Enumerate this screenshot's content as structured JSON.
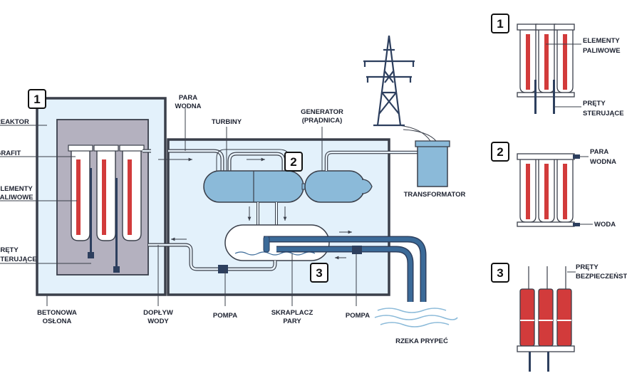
{
  "numbers": {
    "one": "1",
    "two": "2",
    "three": "3"
  },
  "labels": {
    "reaktor": "REAKTOR",
    "grafit": "GRAFIT",
    "elementy_1": "ELEMENTY",
    "elementy_2": "PALIWOWE",
    "prety_1": "PRĘTY",
    "prety_2": "STERUJĄCE",
    "betonowa_1": "BETONOWA",
    "betonowa_2": "OSŁONA",
    "doplyw_1": "DOPŁYW",
    "doplyw_2": "WODY",
    "para_1": "PARA",
    "para_2": "WODNA",
    "turbiny": "TURBINY",
    "generator_1": "GENERATOR",
    "generator_2": "(PRĄDNICA)",
    "transformator": "TRANSFORMATOR",
    "pompa_left": "POMPA",
    "skraplacz_1": "SKRAPLACZ",
    "skraplacz_2": "PARY",
    "pompa_right": "POMPA",
    "rzeka": "RZEKA PRYPEĆ"
  },
  "insets": {
    "one": {
      "label_a1": "ELEMENTY",
      "label_a2": "PALIWOWE",
      "label_b1": "PRĘTY",
      "label_b2": "STERUJĄCE"
    },
    "two": {
      "label_a1": "PARA",
      "label_a2": "WODNA",
      "label_b": "WODA"
    },
    "three": {
      "label_a1": "PRĘTY",
      "label_a2": "BEZPIECZEŃSTWA"
    }
  },
  "colors": {
    "outline": "#3a3f4a",
    "building_fill": "#e3f1fb",
    "reactor_core": "#b4b1bf",
    "fuel_red": "#d23b3b",
    "light_blue": "#8bbad9",
    "pipe_dark": "#3b6a98",
    "pylon": "#2d3f5e"
  }
}
